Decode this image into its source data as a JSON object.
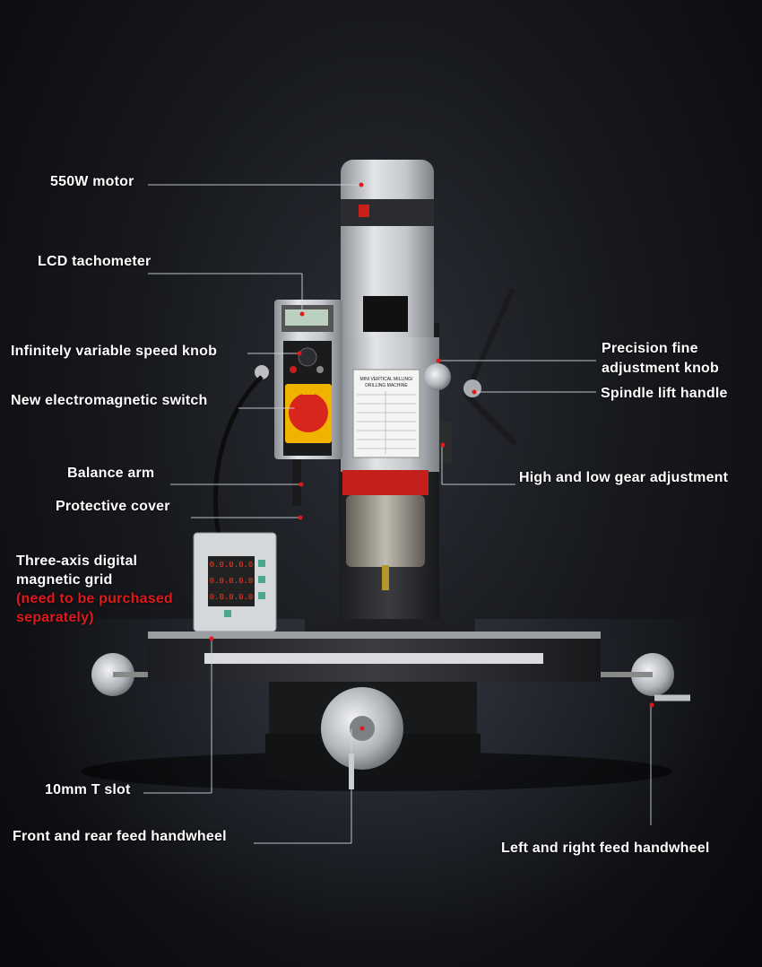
{
  "labels": {
    "motor": "550W motor",
    "lcd_tachometer": "LCD tachometer",
    "speed_knob": "Infinitely variable speed knob",
    "electromagnetic_switch": "New electromagnetic switch",
    "balance_arm": "Balance arm",
    "protective_cover": "Protective cover",
    "digital_grid_line1": "Three-axis digital",
    "digital_grid_line2": "magnetic grid",
    "digital_grid_note_line1": "(need to be purchased",
    "digital_grid_note_line2": "separately)",
    "t_slot": "10mm T slot",
    "front_rear_handwheel": "Front and rear feed handwheel",
    "fine_adjust_line1": "Precision fine",
    "fine_adjust_line2": "adjustment knob",
    "spindle_lift": "Spindle lift handle",
    "gear_adjust": "High and low gear adjustment",
    "left_right_handwheel": "Left and right feed handwheel"
  },
  "machine_plate": {
    "title_line1": "MINI VERTICAL MILLING/",
    "title_line2": "DRILLING MACHINE"
  },
  "dro_readouts": [
    "0.0.0.0.0",
    "0.0.0.0.0",
    "0.0.0.0.0"
  ],
  "colors": {
    "label_text": "#ffffff",
    "note_text": "#e0191b",
    "marker": "#e0191b",
    "machine_body": "#c9ccd0",
    "switch_yellow": "#f0b400",
    "switch_red": "#d9261c"
  }
}
